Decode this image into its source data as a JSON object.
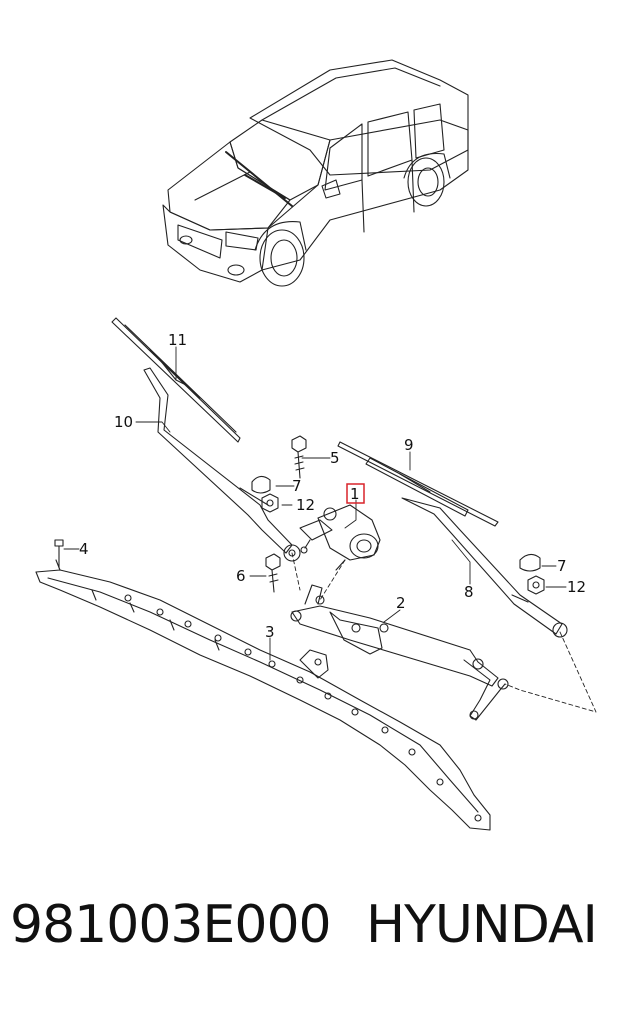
{
  "diagram": {
    "callouts": [
      {
        "id": "1",
        "text": "1",
        "highlighted": true
      },
      {
        "id": "2",
        "text": "2"
      },
      {
        "id": "3",
        "text": "3"
      },
      {
        "id": "4",
        "text": "4"
      },
      {
        "id": "5",
        "text": "5"
      },
      {
        "id": "6",
        "text": "6"
      },
      {
        "id": "7a",
        "text": "7"
      },
      {
        "id": "7b",
        "text": "7"
      },
      {
        "id": "8",
        "text": "8"
      },
      {
        "id": "9",
        "text": "9"
      },
      {
        "id": "10",
        "text": "10"
      },
      {
        "id": "11",
        "text": "11"
      },
      {
        "id": "12a",
        "text": "12"
      },
      {
        "id": "12b",
        "text": "12"
      }
    ],
    "highlight_color": "#d9232a"
  },
  "footer": {
    "part_number": "981003E000",
    "brand": "HYUNDAI"
  }
}
